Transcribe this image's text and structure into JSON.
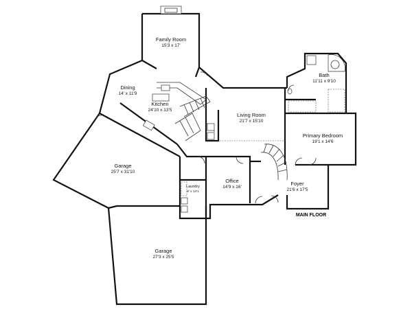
{
  "floor_label": "MAIN FLOOR",
  "rooms": {
    "family": {
      "name": "Family Room",
      "dim": "15'3 x 17'"
    },
    "dining": {
      "name": "Dining",
      "dim": "14' x 11'9"
    },
    "kitchen": {
      "name": "Kitchen",
      "dim": "24'10 x 13'5"
    },
    "living": {
      "name": "Living Room",
      "dim": "21'7 x 15'10"
    },
    "bath": {
      "name": "Bath",
      "dim": "11'11 x 9'10"
    },
    "primary": {
      "name": "Primary Bedroom",
      "dim": "19'1 x 14'6"
    },
    "garage1": {
      "name": "Garage",
      "dim": "25'7 x 31'10"
    },
    "office": {
      "name": "Office",
      "dim": "14'9 x 16'"
    },
    "laundry": {
      "name": "Laundry",
      "dim": "8' x 14'1"
    },
    "foyer": {
      "name": "Foyer",
      "dim": "21'6 x 17'5"
    },
    "garage2": {
      "name": "Garage",
      "dim": "27'3 x 25'5"
    }
  }
}
